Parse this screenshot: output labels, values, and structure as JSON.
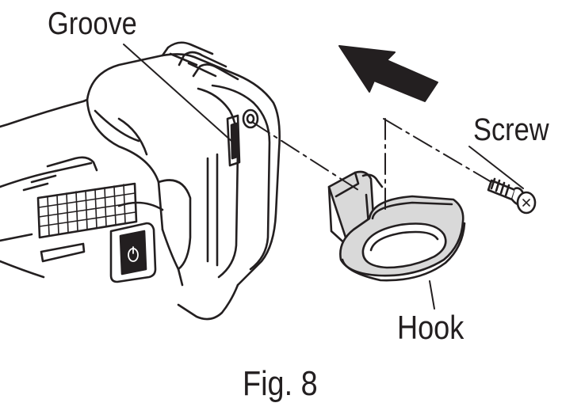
{
  "labels": {
    "groove": "Groove",
    "screw": "Screw",
    "hook": "Hook",
    "figure": "Fig. 8"
  },
  "colors": {
    "ink": "#231f20",
    "paper": "#ffffff",
    "shade": "#d9d9d9"
  }
}
